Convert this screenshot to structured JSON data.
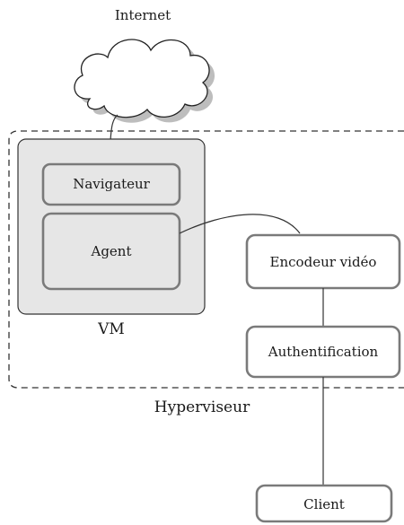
{
  "diagram": {
    "internet_label": "Internet",
    "hypervisor_label": "Hyperviseur",
    "vm_label": "VM",
    "browser_label": "Navigateur",
    "agent_label": "Agent",
    "encoder_label": "Encodeur vidéo",
    "auth_label": "Authentification",
    "client_label": "Client"
  },
  "colors": {
    "box_stroke": "#7a7a7a",
    "vm_fill": "#e6e6e6",
    "line": "#333333",
    "cloud_shadow": "#bdbdbd"
  }
}
